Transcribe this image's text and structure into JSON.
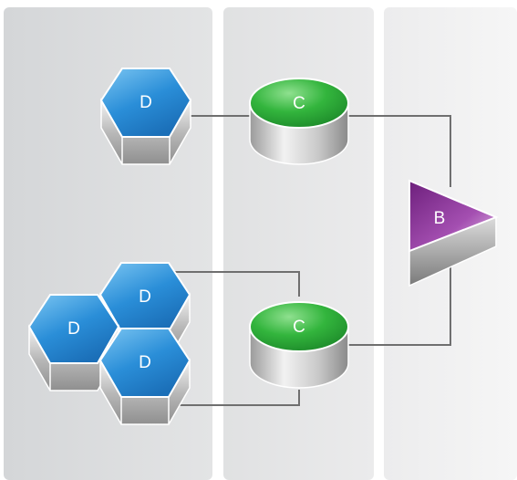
{
  "diagram": {
    "columns": [
      {
        "name": "column-left"
      },
      {
        "name": "column-middle"
      },
      {
        "name": "column-right"
      }
    ],
    "nodes": [
      {
        "id": "d_top",
        "label": "D",
        "shape": "hexagonal-prism",
        "color": "#2e8fd8"
      },
      {
        "id": "d_cluster_top",
        "label": "D",
        "shape": "hexagonal-prism",
        "color": "#2e8fd8"
      },
      {
        "id": "d_cluster_left",
        "label": "D",
        "shape": "hexagonal-prism",
        "color": "#2e8fd8"
      },
      {
        "id": "d_cluster_bottom",
        "label": "D",
        "shape": "hexagonal-prism",
        "color": "#2e8fd8"
      },
      {
        "id": "c_top",
        "label": "C",
        "shape": "cylinder",
        "color": "#33b53d"
      },
      {
        "id": "c_bottom",
        "label": "C",
        "shape": "cylinder",
        "color": "#33b53d"
      },
      {
        "id": "b",
        "label": "B",
        "shape": "triangular-prism",
        "color": "#8a2a95"
      }
    ],
    "edges": [
      {
        "from": "d_top",
        "to": "c_top"
      },
      {
        "from": "d_cluster_top",
        "to": "c_bottom"
      },
      {
        "from": "d_cluster_bottom",
        "to": "c_bottom"
      },
      {
        "from": "c_top",
        "to": "b"
      },
      {
        "from": "c_bottom",
        "to": "b"
      }
    ]
  }
}
